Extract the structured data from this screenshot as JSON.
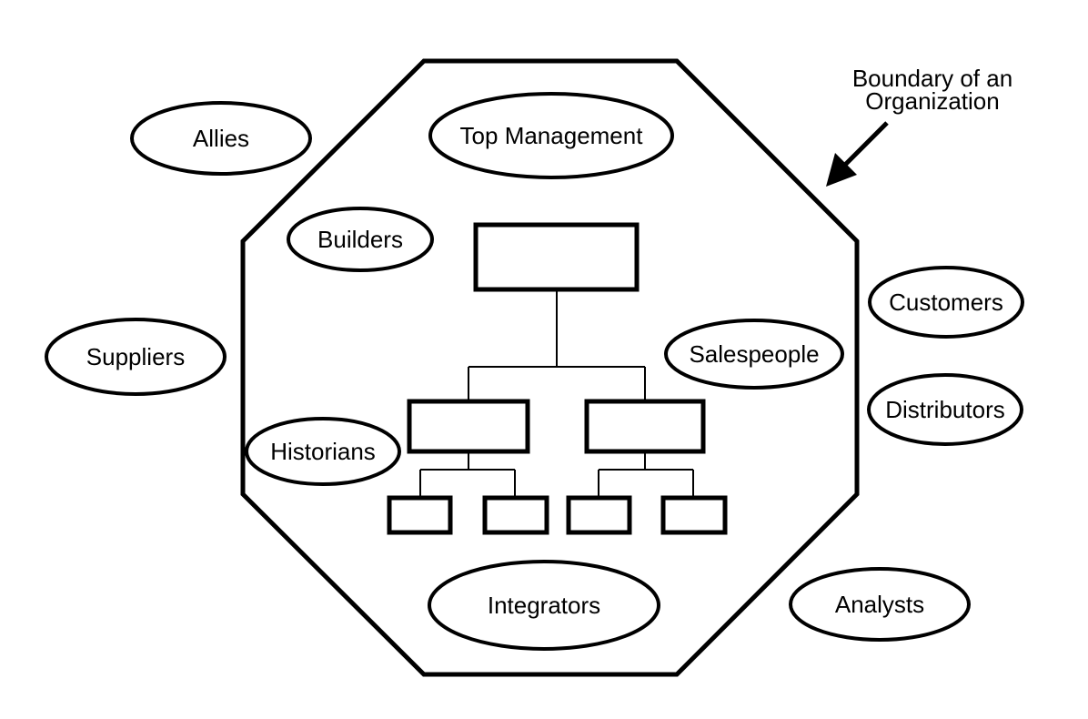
{
  "colors": {
    "stroke": "#000000",
    "background": "#ffffff"
  },
  "boundary_label": {
    "line1": "Boundary of an",
    "line2": "Organization"
  },
  "inside": {
    "top_management": "Top Management",
    "builders": "Builders",
    "salespeople": "Salespeople",
    "historians": "Historians",
    "integrators": "Integrators"
  },
  "outside": {
    "allies": "Allies",
    "suppliers": "Suppliers",
    "customers": "Customers",
    "distributors": "Distributors",
    "analysts": "Analysts"
  },
  "org_chart": {
    "levels": [
      1,
      2,
      4
    ]
  }
}
